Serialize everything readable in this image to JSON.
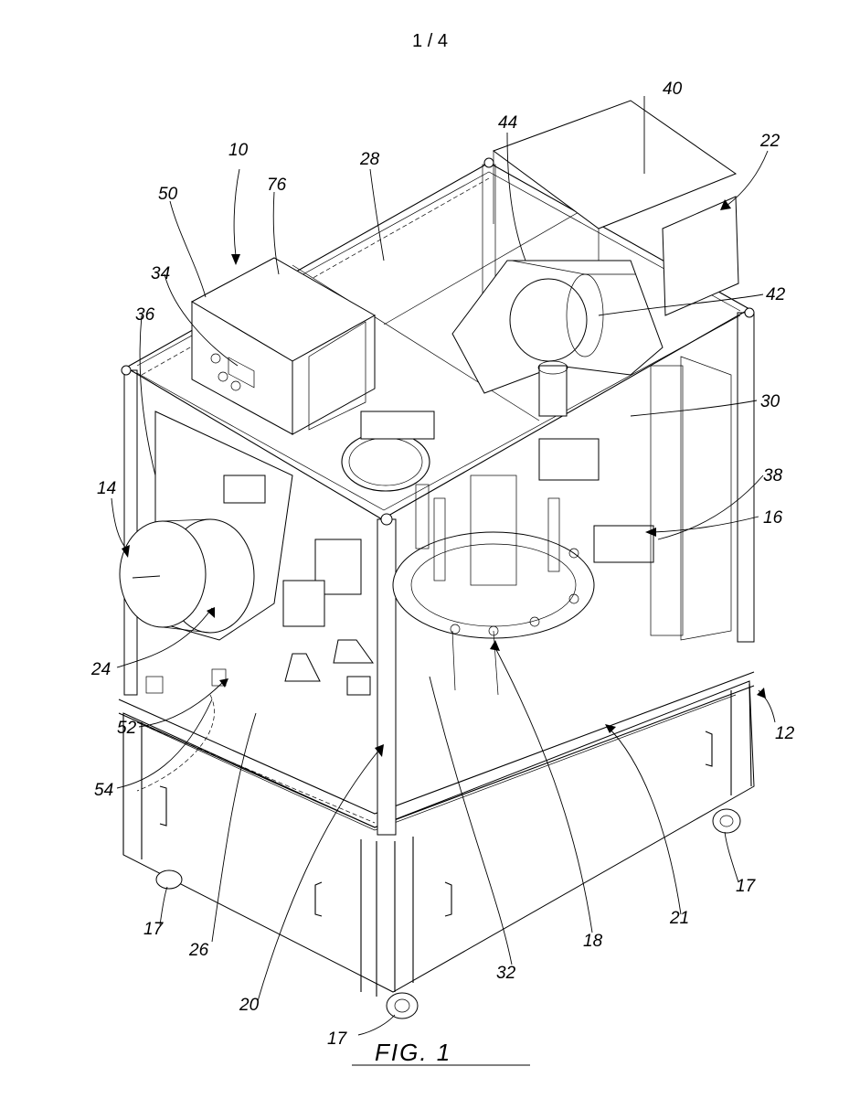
{
  "page_number": "1 / 4",
  "figure_caption": "FIG. 1",
  "reference_numerals": {
    "r10": "10",
    "r76": "76",
    "r50": "50",
    "r34": "34",
    "r36": "36",
    "r28": "28",
    "r44": "44",
    "r40": "40",
    "r22": "22",
    "r42": "42",
    "r30": "30",
    "r38": "38",
    "r16": "16",
    "r14": "14",
    "r24": "24",
    "r52": "52",
    "r54": "54",
    "r12": "12",
    "r17a": "17",
    "r17b": "17",
    "r17c": "17",
    "r26": "26",
    "r20": "20",
    "r32": "32",
    "r18": "18",
    "r21": "21"
  }
}
